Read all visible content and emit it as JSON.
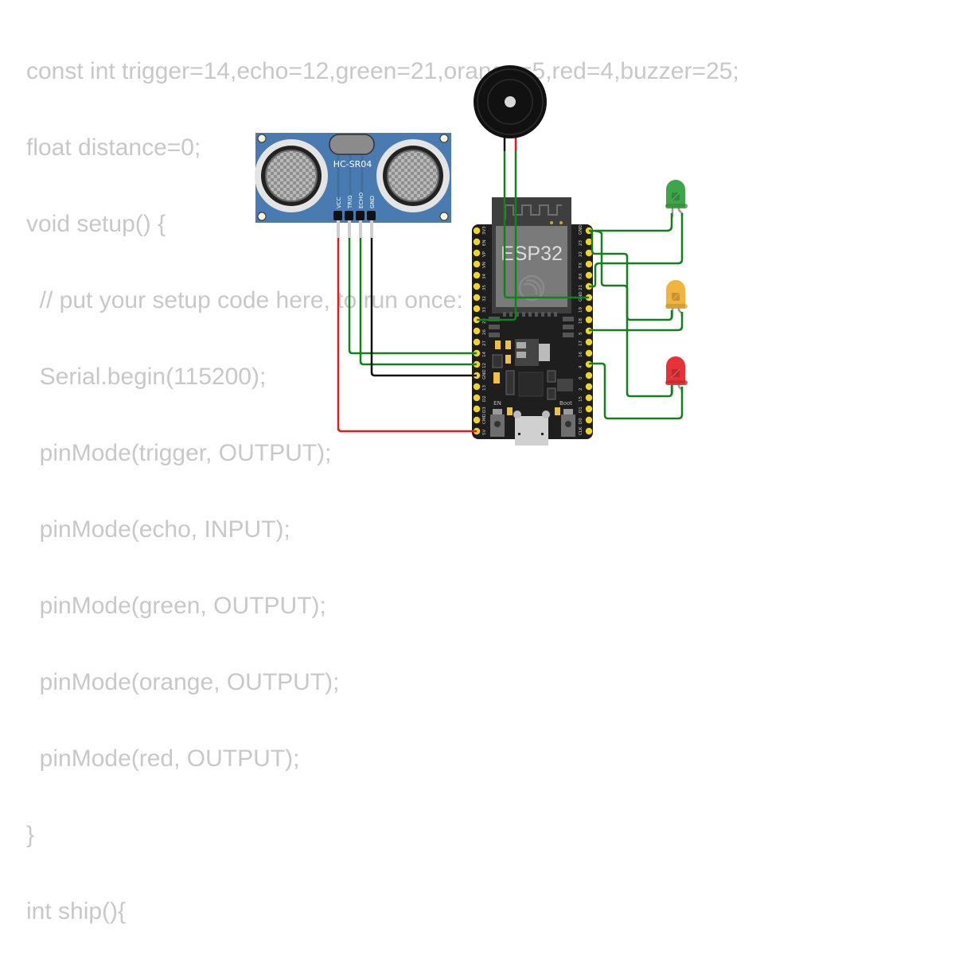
{
  "code": {
    "lines": [
      "const int trigger=14,echo=12,green=21,orange=5,red=4,buzzer=25;",
      "float distance=0;",
      "void setup() {",
      "  // put your setup code here, to run once:",
      "  Serial.begin(115200);",
      "  pinMode(trigger, OUTPUT);",
      "  pinMode(echo, INPUT);",
      "  pinMode(green, OUTPUT);",
      "  pinMode(orange, OUTPUT);",
      "  pinMode(red, OUTPUT);",
      "}",
      "int ship(){"
    ]
  },
  "components": {
    "sensor": {
      "label": "HC-SR04",
      "pins": [
        "VCC",
        "TRIG",
        "ECHO",
        "GND"
      ]
    },
    "board": {
      "label": "ESP32",
      "en_label": "EN",
      "boot_label": "Boot",
      "left_pins": [
        "3V3",
        "EN",
        "VP",
        "VN",
        "34",
        "35",
        "32",
        "33",
        "25",
        "26",
        "27",
        "14",
        "12",
        "GND",
        "13",
        "D2",
        "D3",
        "CMD",
        "5V"
      ],
      "right_pins": [
        "GND",
        "23",
        "22",
        "TX",
        "RX",
        "21",
        "GND",
        "19",
        "18",
        "5",
        "17",
        "16",
        "4",
        "0",
        "2",
        "15",
        "D1",
        "D0",
        "CLK"
      ]
    },
    "buzzer": {
      "name": "buzzer"
    },
    "leds": [
      {
        "name": "green",
        "color": "#3ea64a"
      },
      {
        "name": "orange",
        "color": "#f2b43c"
      },
      {
        "name": "red",
        "color": "#e8323a"
      }
    ]
  },
  "colors": {
    "wire_green": "#11821a",
    "wire_red": "#e01b1b",
    "wire_black": "#111111",
    "board_bg": "#1e1e1e",
    "pin_yellow": "#f5d42a",
    "sensor_blue": "#4a7bb0",
    "code_text": "#c8c8c8"
  }
}
